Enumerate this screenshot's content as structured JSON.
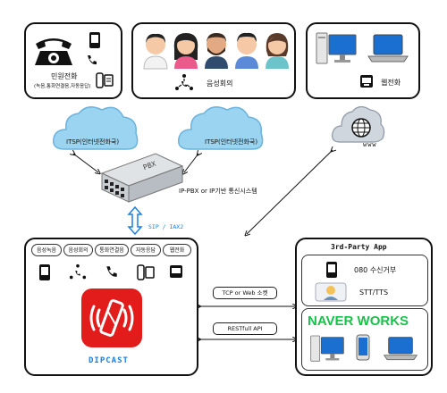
{
  "top": {
    "phone_box": {
      "title": "민원전화",
      "subtitle": "(녹음,통화연결음,자동응답)"
    },
    "conference_box": {
      "label": "음성회의"
    },
    "web_box": {
      "label": "웹전화"
    }
  },
  "network": {
    "cloud_left": "ITSP(인터넷전화국)",
    "cloud_mid": "ITSP(인터넷전화국)",
    "cloud_right": "www",
    "pbx_label": "PBX",
    "pbx_caption": "IP-PBX or IP기반 통신시스템",
    "sip_label": "SIP / IAX2"
  },
  "dipcast": {
    "pills": [
      "음성녹음",
      "음성회의",
      "통화연결음",
      "자동응답",
      "웹전화"
    ],
    "product_name": "DIPCAST"
  },
  "connectors": {
    "tcp_label": "TCP or Web 소켓",
    "rest_label": "RESTfull API"
  },
  "third_party": {
    "title": "3rd-Party App",
    "items": [
      "080 수신거부",
      "STT/TTS"
    ],
    "naver_works": "NAVER WORKS"
  },
  "colors": {
    "accent_blue": "#1e7fe0",
    "dipcast_red": "#e21b1b",
    "naver_green": "#19c24b",
    "cloud": "#7cc6ea"
  }
}
